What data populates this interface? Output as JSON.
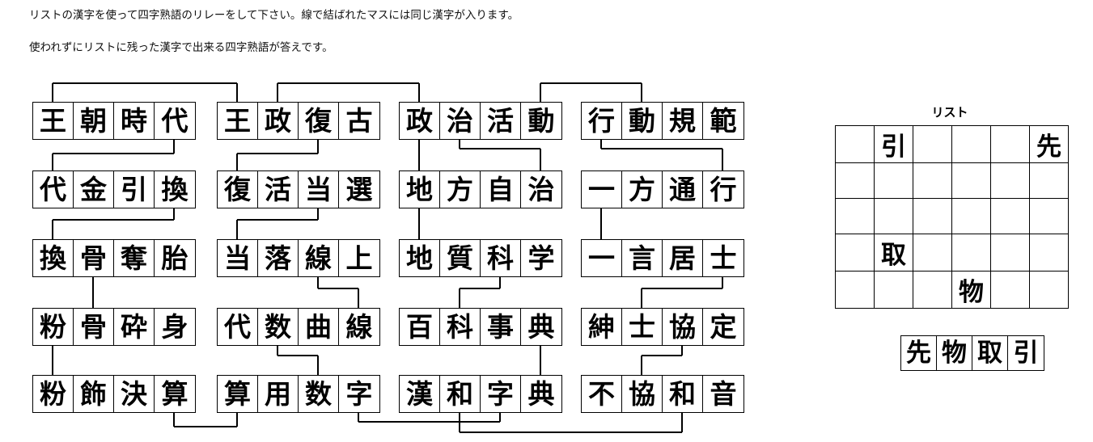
{
  "instructions": {
    "line1": "リストの漢字を使って四字熟語のリレーをして下さい。線で結ばれたマスには同じ漢字が入ります。",
    "line2": "使われずにリストに残った漢字で出来る四字熟語が答えです。"
  },
  "board": {
    "columns": [
      {
        "index": 1,
        "rows": [
          {
            "word": "王朝時代",
            "chars": [
              "王",
              "朝",
              "時",
              "代"
            ]
          },
          {
            "word": "代金引換",
            "chars": [
              "代",
              "金",
              "引",
              "換"
            ]
          },
          {
            "word": "換骨奪胎",
            "chars": [
              "換",
              "骨",
              "奪",
              "胎"
            ]
          },
          {
            "word": "粉骨砕身",
            "chars": [
              "粉",
              "骨",
              "砕",
              "身"
            ]
          },
          {
            "word": "粉飾決算",
            "chars": [
              "粉",
              "飾",
              "決",
              "算"
            ]
          }
        ]
      },
      {
        "index": 2,
        "rows": [
          {
            "word": "王政復古",
            "chars": [
              "王",
              "政",
              "復",
              "古"
            ]
          },
          {
            "word": "復活当選",
            "chars": [
              "復",
              "活",
              "当",
              "選"
            ]
          },
          {
            "word": "当落線上",
            "chars": [
              "当",
              "落",
              "線",
              "上"
            ]
          },
          {
            "word": "代数曲線",
            "chars": [
              "代",
              "数",
              "曲",
              "線"
            ]
          },
          {
            "word": "算用数字",
            "chars": [
              "算",
              "用",
              "数",
              "字"
            ]
          }
        ]
      },
      {
        "index": 3,
        "rows": [
          {
            "word": "政治活動",
            "chars": [
              "政",
              "治",
              "活",
              "動"
            ]
          },
          {
            "word": "地方自治",
            "chars": [
              "地",
              "方",
              "自",
              "治"
            ]
          },
          {
            "word": "地質科学",
            "chars": [
              "地",
              "質",
              "科",
              "学"
            ]
          },
          {
            "word": "百科事典",
            "chars": [
              "百",
              "科",
              "事",
              "典"
            ]
          },
          {
            "word": "漢和字典",
            "chars": [
              "漢",
              "和",
              "字",
              "典"
            ]
          }
        ]
      },
      {
        "index": 4,
        "rows": [
          {
            "word": "行動規範",
            "chars": [
              "行",
              "動",
              "規",
              "範"
            ]
          },
          {
            "word": "一方通行",
            "chars": [
              "一",
              "方",
              "通",
              "行"
            ]
          },
          {
            "word": "一言居士",
            "chars": [
              "一",
              "言",
              "居",
              "士"
            ]
          },
          {
            "word": "紳士協定",
            "chars": [
              "紳",
              "士",
              "協",
              "定"
            ]
          },
          {
            "word": "不協和音",
            "chars": [
              "不",
              "協",
              "和",
              "音"
            ]
          }
        ]
      }
    ]
  },
  "list": {
    "title": "リスト",
    "rows": [
      [
        "",
        "引",
        "",
        "",
        "",
        "先"
      ],
      [
        "",
        "",
        "",
        "",
        "",
        ""
      ],
      [
        "",
        "",
        "",
        "",
        "",
        ""
      ],
      [
        "",
        "取",
        "",
        "",
        "",
        ""
      ],
      [
        "",
        "",
        "",
        "物",
        "",
        ""
      ]
    ]
  },
  "answer": {
    "word": "先物取引",
    "chars": [
      "先",
      "物",
      "取",
      "引"
    ]
  },
  "colors": {
    "ink": "#000000",
    "paper": "#ffffff"
  }
}
